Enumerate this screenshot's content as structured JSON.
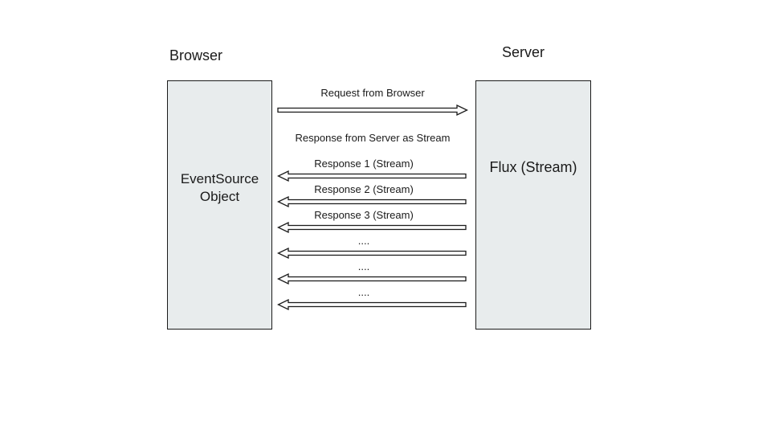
{
  "diagram": {
    "titles": {
      "left": "Browser",
      "right": "Server"
    },
    "boxes": {
      "left_label": "EventSource Object",
      "right_label": "Flux (Stream)"
    },
    "request": {
      "label": "Request from Browser",
      "direction": "right"
    },
    "stream_header": "Response from Server as Stream",
    "responses": [
      {
        "label": "Response 1 (Stream)",
        "direction": "left"
      },
      {
        "label": "Response 2 (Stream)",
        "direction": "left"
      },
      {
        "label": "Response 3 (Stream)",
        "direction": "left"
      },
      {
        "label": "....",
        "direction": "left"
      },
      {
        "label": "....",
        "direction": "left"
      },
      {
        "label": "....",
        "direction": "left"
      }
    ],
    "colors": {
      "page_bg": "#ffffff",
      "box_fill": "#e8eced",
      "box_border": "#1b1b1b",
      "arrow_fill": "#fbfbfb",
      "arrow_stroke": "#1b1b1b",
      "text": "#1a1a1a"
    }
  }
}
